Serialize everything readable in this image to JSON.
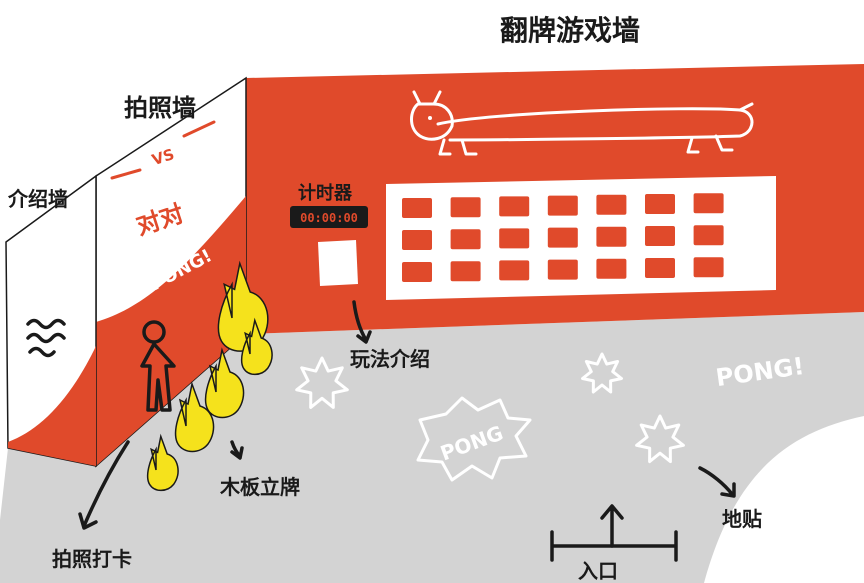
{
  "labels": {
    "flip_wall": "翻牌游戏墙",
    "photo_wall": "拍照墙",
    "intro_wall": "介绍墙",
    "timer": "计时器",
    "timer_display": "00:00:00",
    "rules_intro": "玩法介绍",
    "wood_sign": "木板立牌",
    "photo_checkin": "拍照打卡",
    "floor_sticker": "地贴",
    "entrance": "入口"
  },
  "photo_wall_art": {
    "vs": "VS",
    "duidui": "对对",
    "pong": "PONG!"
  },
  "floor_art": {
    "pong_right": "PONG!",
    "pong_center": "PONG"
  },
  "card_grid": {
    "rows": 3,
    "cols": 7
  },
  "colors": {
    "red": "#e04a2b",
    "floor": "#d3d3d3",
    "yellow": "#f5e21c",
    "ink": "#1a1a1a",
    "white": "#ffffff"
  }
}
